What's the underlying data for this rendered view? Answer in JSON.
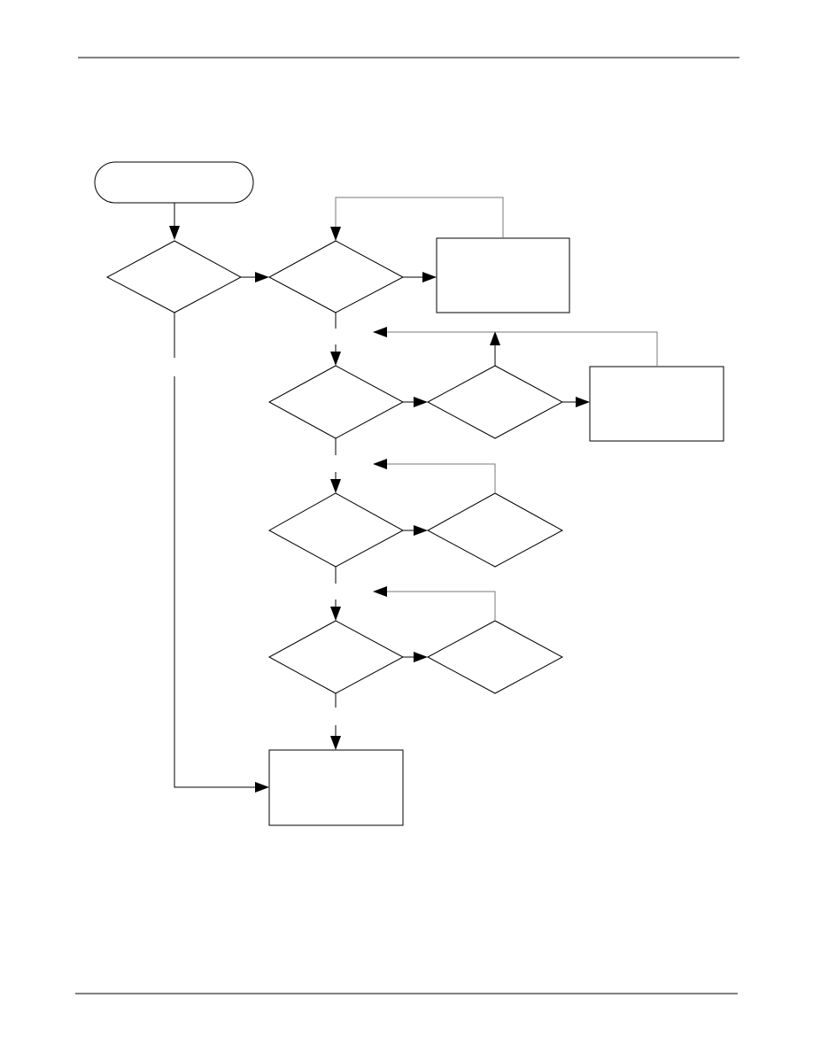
{
  "page": {
    "header_text": "",
    "footer_text": ""
  },
  "flowchart": {
    "start_terminal": {
      "label": ""
    },
    "decisions": [
      {
        "id": "d-left",
        "label": ""
      },
      {
        "id": "d-row1",
        "label": ""
      },
      {
        "id": "d-row2",
        "label": ""
      },
      {
        "id": "d-row2-right",
        "label": ""
      },
      {
        "id": "d-row3",
        "label": ""
      },
      {
        "id": "d-row3-right",
        "label": ""
      },
      {
        "id": "d-row4",
        "label": ""
      },
      {
        "id": "d-row4-right",
        "label": ""
      }
    ],
    "processes": [
      {
        "id": "p-row1-right",
        "label": ""
      },
      {
        "id": "p-row2-right",
        "label": ""
      },
      {
        "id": "p-end",
        "label": ""
      }
    ],
    "line_color": "#000000",
    "feedback_line_color": "#7a7a7a"
  }
}
